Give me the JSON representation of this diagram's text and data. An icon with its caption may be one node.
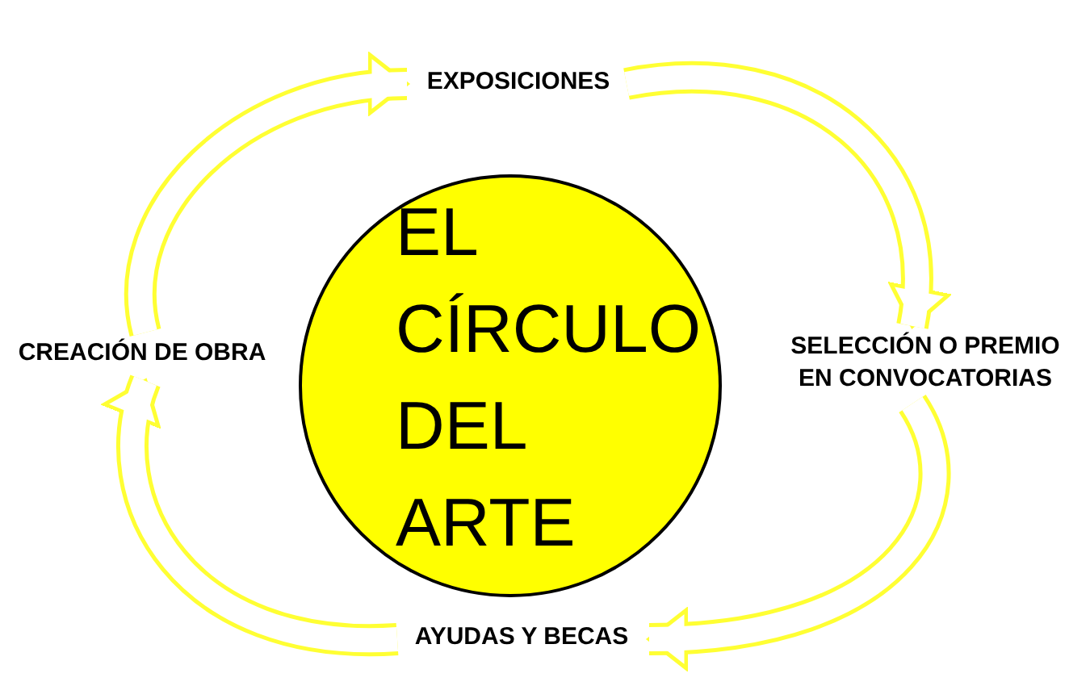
{
  "diagram": {
    "nodes": [
      {
        "text": [
          "EL CÍRCULO DEL ARTE"
        ]
      },
      {
        "text": [
          "EXPOSICIONES"
        ]
      },
      {
        "text": [
          "SELECCIÓN O PREMIO EN CONVOCATORIAS"
        ]
      },
      {
        "text": [
          "AYUDAS Y BECAS"
        ]
      },
      {
        "text": [
          "CREACIÓN DE OBRA"
        ]
      }
    ],
    "edges": [
      {
        "from": 4,
        "to": 1,
        "arrow": "to"
      },
      {
        "from": 1,
        "to": 2,
        "arrow": "to"
      },
      {
        "from": 2,
        "to": 3,
        "arrow": "to"
      },
      {
        "from": 3,
        "to": 4,
        "arrow": "to"
      }
    ]
  }
}
